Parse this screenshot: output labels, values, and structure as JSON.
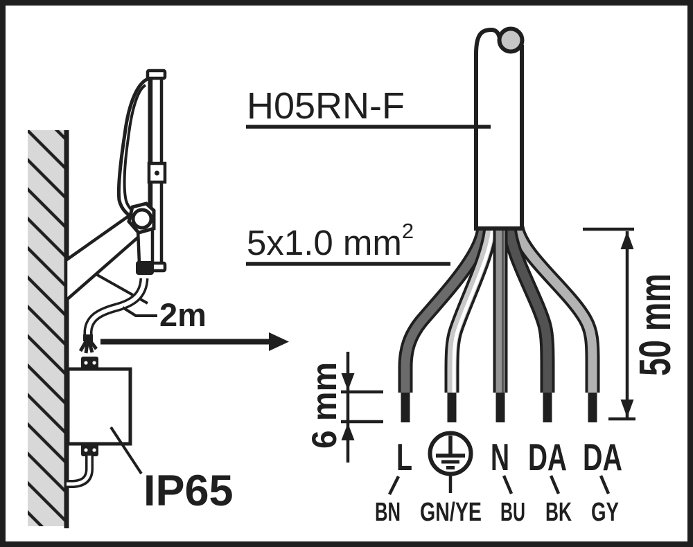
{
  "figure": {
    "cable_type_label": "H05RN-F",
    "cross_section_label": "5x1.0 mm",
    "cross_section_exponent": "2",
    "cable_length_label": "2m",
    "ip_rating_label": "IP65",
    "strip_length_label": "50 mm",
    "tip_length_label": "6 mm",
    "terminals": [
      {
        "label": "L",
        "wire_code": "BN"
      },
      {
        "label": "",
        "wire_code": "GN/YE",
        "icon": "protective-earth-icon"
      },
      {
        "label": "N",
        "wire_code": "BU"
      },
      {
        "label": "DA",
        "wire_code": "BK"
      },
      {
        "label": "DA",
        "wire_code": "GY"
      }
    ],
    "colors": {
      "line": "#1f1f1f",
      "wall": "#d8d8d8",
      "cable_cut_end": "#c6c6c6",
      "wire_bn": "#6b6b6b",
      "wire_gnye_base": "#c9c9c9",
      "wire_gnye_stripe": "#ffffff",
      "wire_bu": "#949494",
      "wire_bu_seam": "#4f4f4f",
      "wire_bk": "#525252",
      "wire_gy": "#b3b3b3"
    }
  }
}
